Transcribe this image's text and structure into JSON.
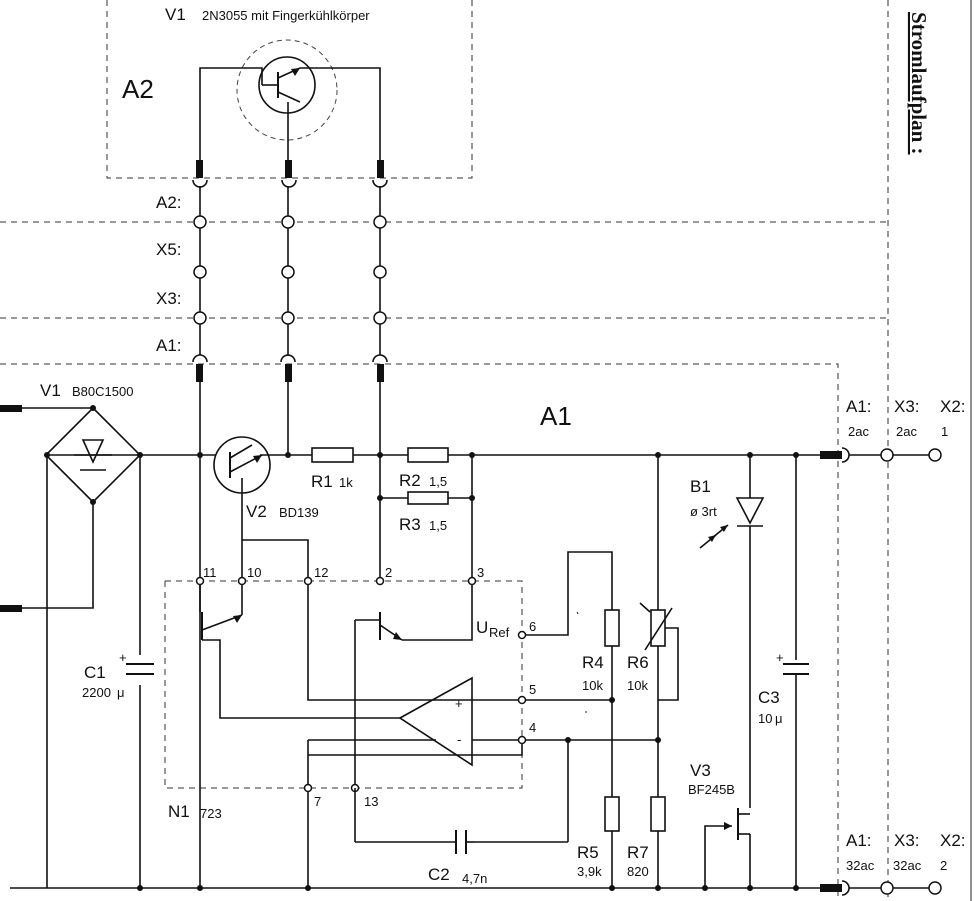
{
  "title": "Stromlaufplan :",
  "modules": {
    "a2": "A2",
    "a1": "A1"
  },
  "connector_rows": {
    "a2": "A2:",
    "x5": "X5:",
    "x3": "X3:",
    "a1": "A1:"
  },
  "v1_top": {
    "name": "V1",
    "type": "2N3055  mit Fingerkühlkörper"
  },
  "v1_bridge": {
    "name": "V1",
    "type": "B80C1500"
  },
  "v2": {
    "name": "V2",
    "type": "BD139"
  },
  "r1": {
    "name": "R1",
    "value": "1k"
  },
  "r2": {
    "name": "R2",
    "value": "1,5"
  },
  "r3": {
    "name": "R3",
    "value": "1,5"
  },
  "r4": {
    "name": "R4",
    "value": "10k"
  },
  "r5": {
    "name": "R5",
    "value": "3,9k"
  },
  "r6": {
    "name": "R6",
    "value": "10k"
  },
  "r7": {
    "name": "R7",
    "value": "820"
  },
  "c1": {
    "name": "C1",
    "value": "2200",
    "unit": "μ",
    "plus": "+"
  },
  "c2": {
    "name": "C2",
    "value": "4,7n"
  },
  "c3": {
    "name": "C3",
    "value": "10",
    "unit": "μ",
    "plus": "+"
  },
  "b1": {
    "name": "B1",
    "type": "ø 3rt"
  },
  "v3": {
    "name": "V3",
    "type": "BF245B"
  },
  "n1": {
    "name": "N1",
    "type": "723",
    "uref": "U",
    "uref_sub": "Ref",
    "plus": "+",
    "minus": "-"
  },
  "n1_pins": [
    "11",
    "10",
    "12",
    "2",
    "3",
    "6",
    "5",
    "4",
    "7",
    "13"
  ],
  "terminals_top": {
    "headers": [
      "A1:",
      "X3:",
      "X2:"
    ],
    "values": [
      "2ac",
      "2ac",
      "1"
    ]
  },
  "terminals_bottom": {
    "headers": [
      "A1:",
      "X3:",
      "X2:"
    ],
    "values": [
      "32ac",
      "32ac",
      "2"
    ]
  }
}
